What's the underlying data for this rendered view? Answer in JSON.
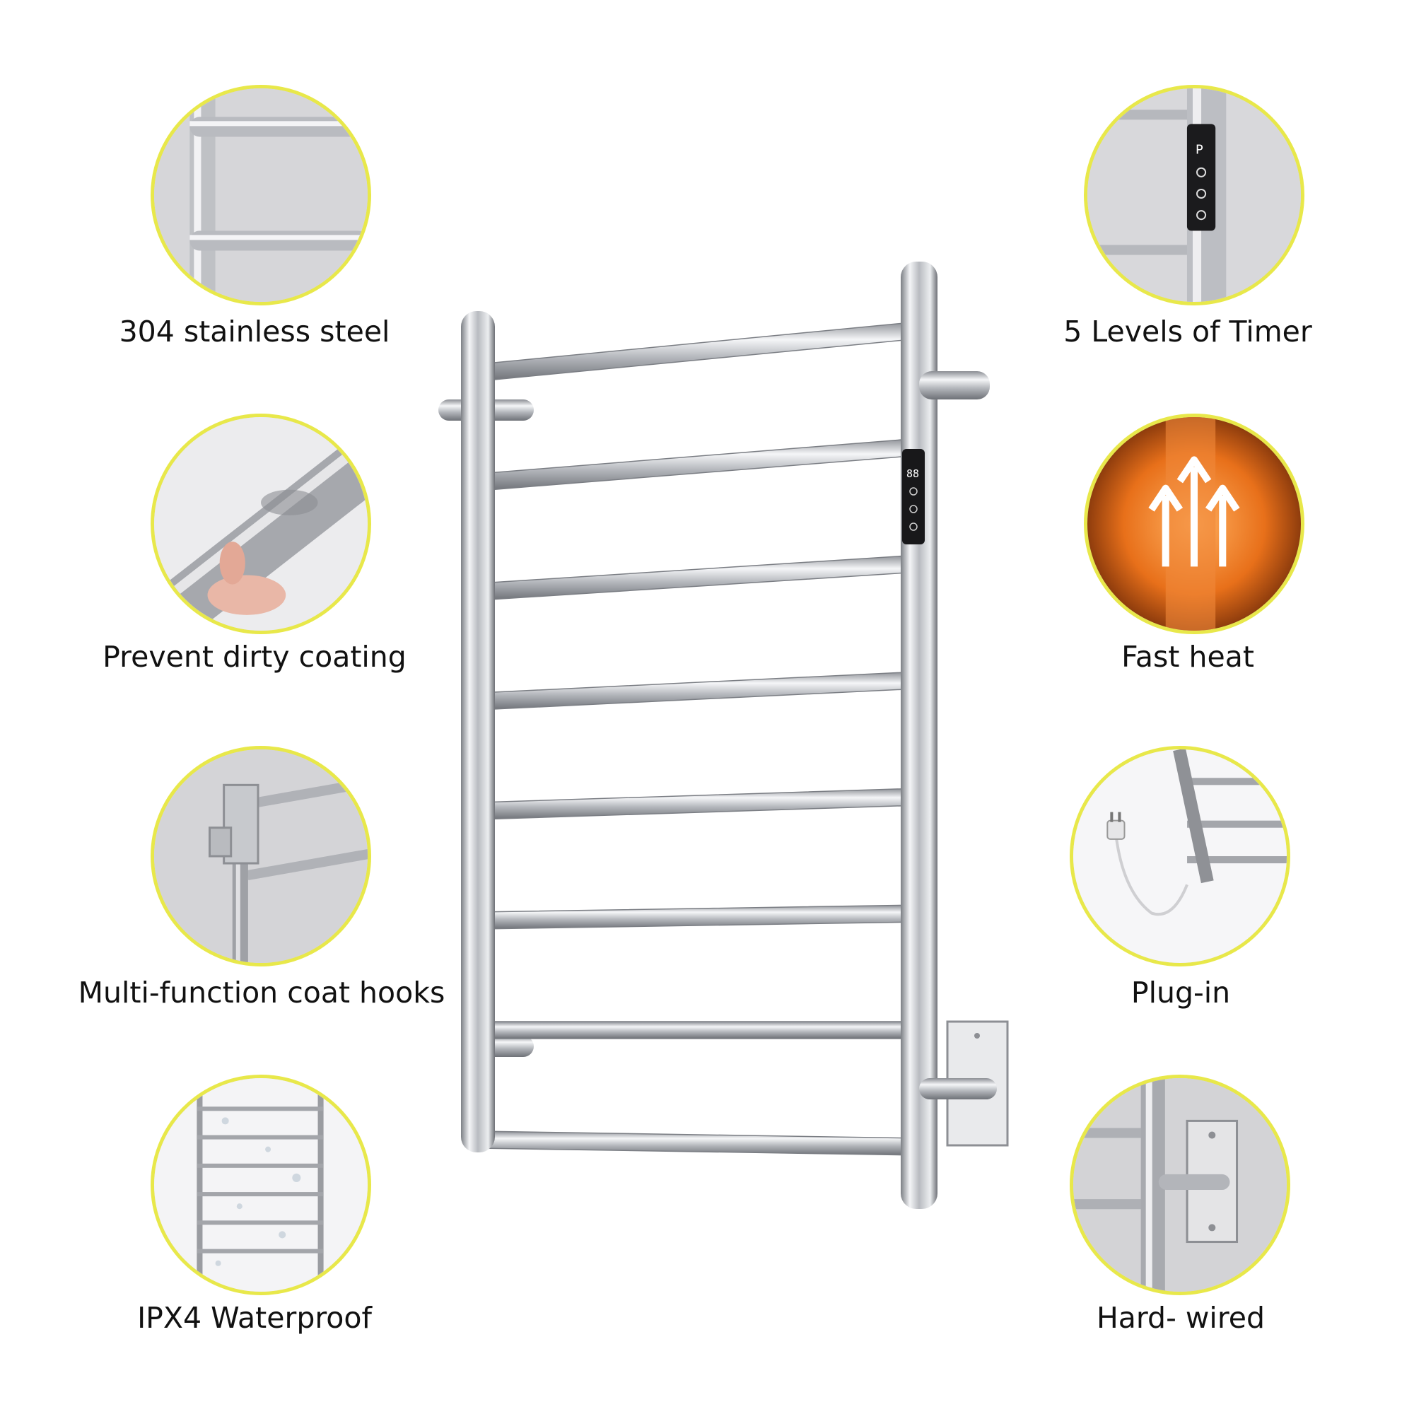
{
  "features": {
    "left": [
      {
        "label": "304 stainless steel",
        "icon": "steel-ladder-closeup"
      },
      {
        "label": "Prevent dirty coating",
        "icon": "finger-wipe-rail"
      },
      {
        "label": "Multi-function coat hooks",
        "icon": "coat-hook"
      },
      {
        "label": "IPX4 Waterproof",
        "icon": "water-droplets-rack"
      }
    ],
    "right": [
      {
        "label": "5 Levels of Timer",
        "icon": "control-panel"
      },
      {
        "label": "Fast heat",
        "icon": "heat-arrows"
      },
      {
        "label": "Plug-in",
        "icon": "power-plug"
      },
      {
        "label": "Hard- wired",
        "icon": "wall-bracket"
      }
    ]
  },
  "product": {
    "panel_display": "88",
    "rung_count": 8
  },
  "colors": {
    "ring": "#e8e84a",
    "chrome": "#c9ccd1",
    "heat": "#e8701a"
  }
}
